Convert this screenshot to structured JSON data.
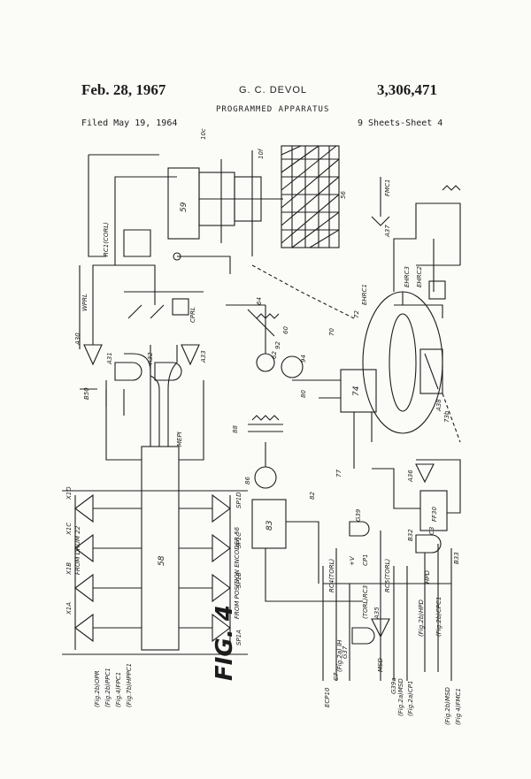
{
  "header": {
    "date": "Feb. 28, 1967",
    "inventor": "G. C. DEVOL",
    "patent_number": "3,306,471",
    "title": "PROGRAMMED APPARATUS",
    "filed": "Filed May 19, 1964",
    "sheets": "9 Sheets-Sheet 4"
  },
  "figure": {
    "label": "FIG. 4",
    "labels": {
      "from_drum": "FROM DRUM 22",
      "from_encoder": "FROM POSITION ENCODER 56",
      "block_58": "58",
      "block_74": "74",
      "block_83": "83",
      "block_59": "59",
      "ff30": "FF30",
      "x1a": "X1A",
      "x1b": "X1B",
      "x1c": "X1C",
      "x1d": "X1D",
      "sp1a": "SP1A",
      "sp1b": "SP1B",
      "sp1c": "SP1C",
      "sp1d": "SP1D",
      "opr": "(Fig.2b)OPR",
      "ppc1": "(Fig.2b)PPC1",
      "fpc1": "(Fig.4)FPC1",
      "hppc1": "(Fig.7b)HPPC1",
      "b50": "B50",
      "a30": "A30",
      "a31": "A31",
      "a32": "A32",
      "a33": "A33",
      "a36": "A36",
      "a37": "A37",
      "a38": "A38",
      "a35": "A35",
      "g37": "G37",
      "g39": "G39",
      "g39a": "G39a",
      "c7": "C7",
      "c3": "C3",
      "b32": "B32",
      "b33": "B33",
      "ehrc1": "EHRC1",
      "ehrc3": "EHRC3",
      "ehrc2": "EHRC2",
      "fmc1": "FMC1",
      "rc5": "RC5(TORL)",
      "rc4": "RC4(TORL)",
      "rc3": "(TORL)RC3",
      "rc1": "RC1(CORL)",
      "cprl": "CPRL",
      "wprl": "WPRL",
      "mepi": "MEPI",
      "n80": "80",
      "n82": "82",
      "n88": "88",
      "n86": "86",
      "n70": "70",
      "n72": "72",
      "n77": "77",
      "n62": "62",
      "n94": "94",
      "n92": "92",
      "n73b": "73b",
      "n56": "56",
      "n10c": "10c",
      "n10f": "10f",
      "n60": "60",
      "n64": "64",
      "ecp10": "ECP10",
      "cp1": "CP1",
      "hpd": "HPD",
      "msd": "MSD",
      "plus_v": "+V",
      "fig2a_ih": "(Fig.2a) IH",
      "fig2a_msd": "(Fig.2a)MSD",
      "fig2a_cp1": "(Fig.2a)CP1",
      "fig2b_hpd": "(Fig.2b)HPD",
      "fig2b_cpc1": "(Fig.2b)CPC1",
      "fig2b_msd": "(Fig.2b)MSD",
      "fig4_fmc1": "(Fig 4)FMC1"
    }
  }
}
